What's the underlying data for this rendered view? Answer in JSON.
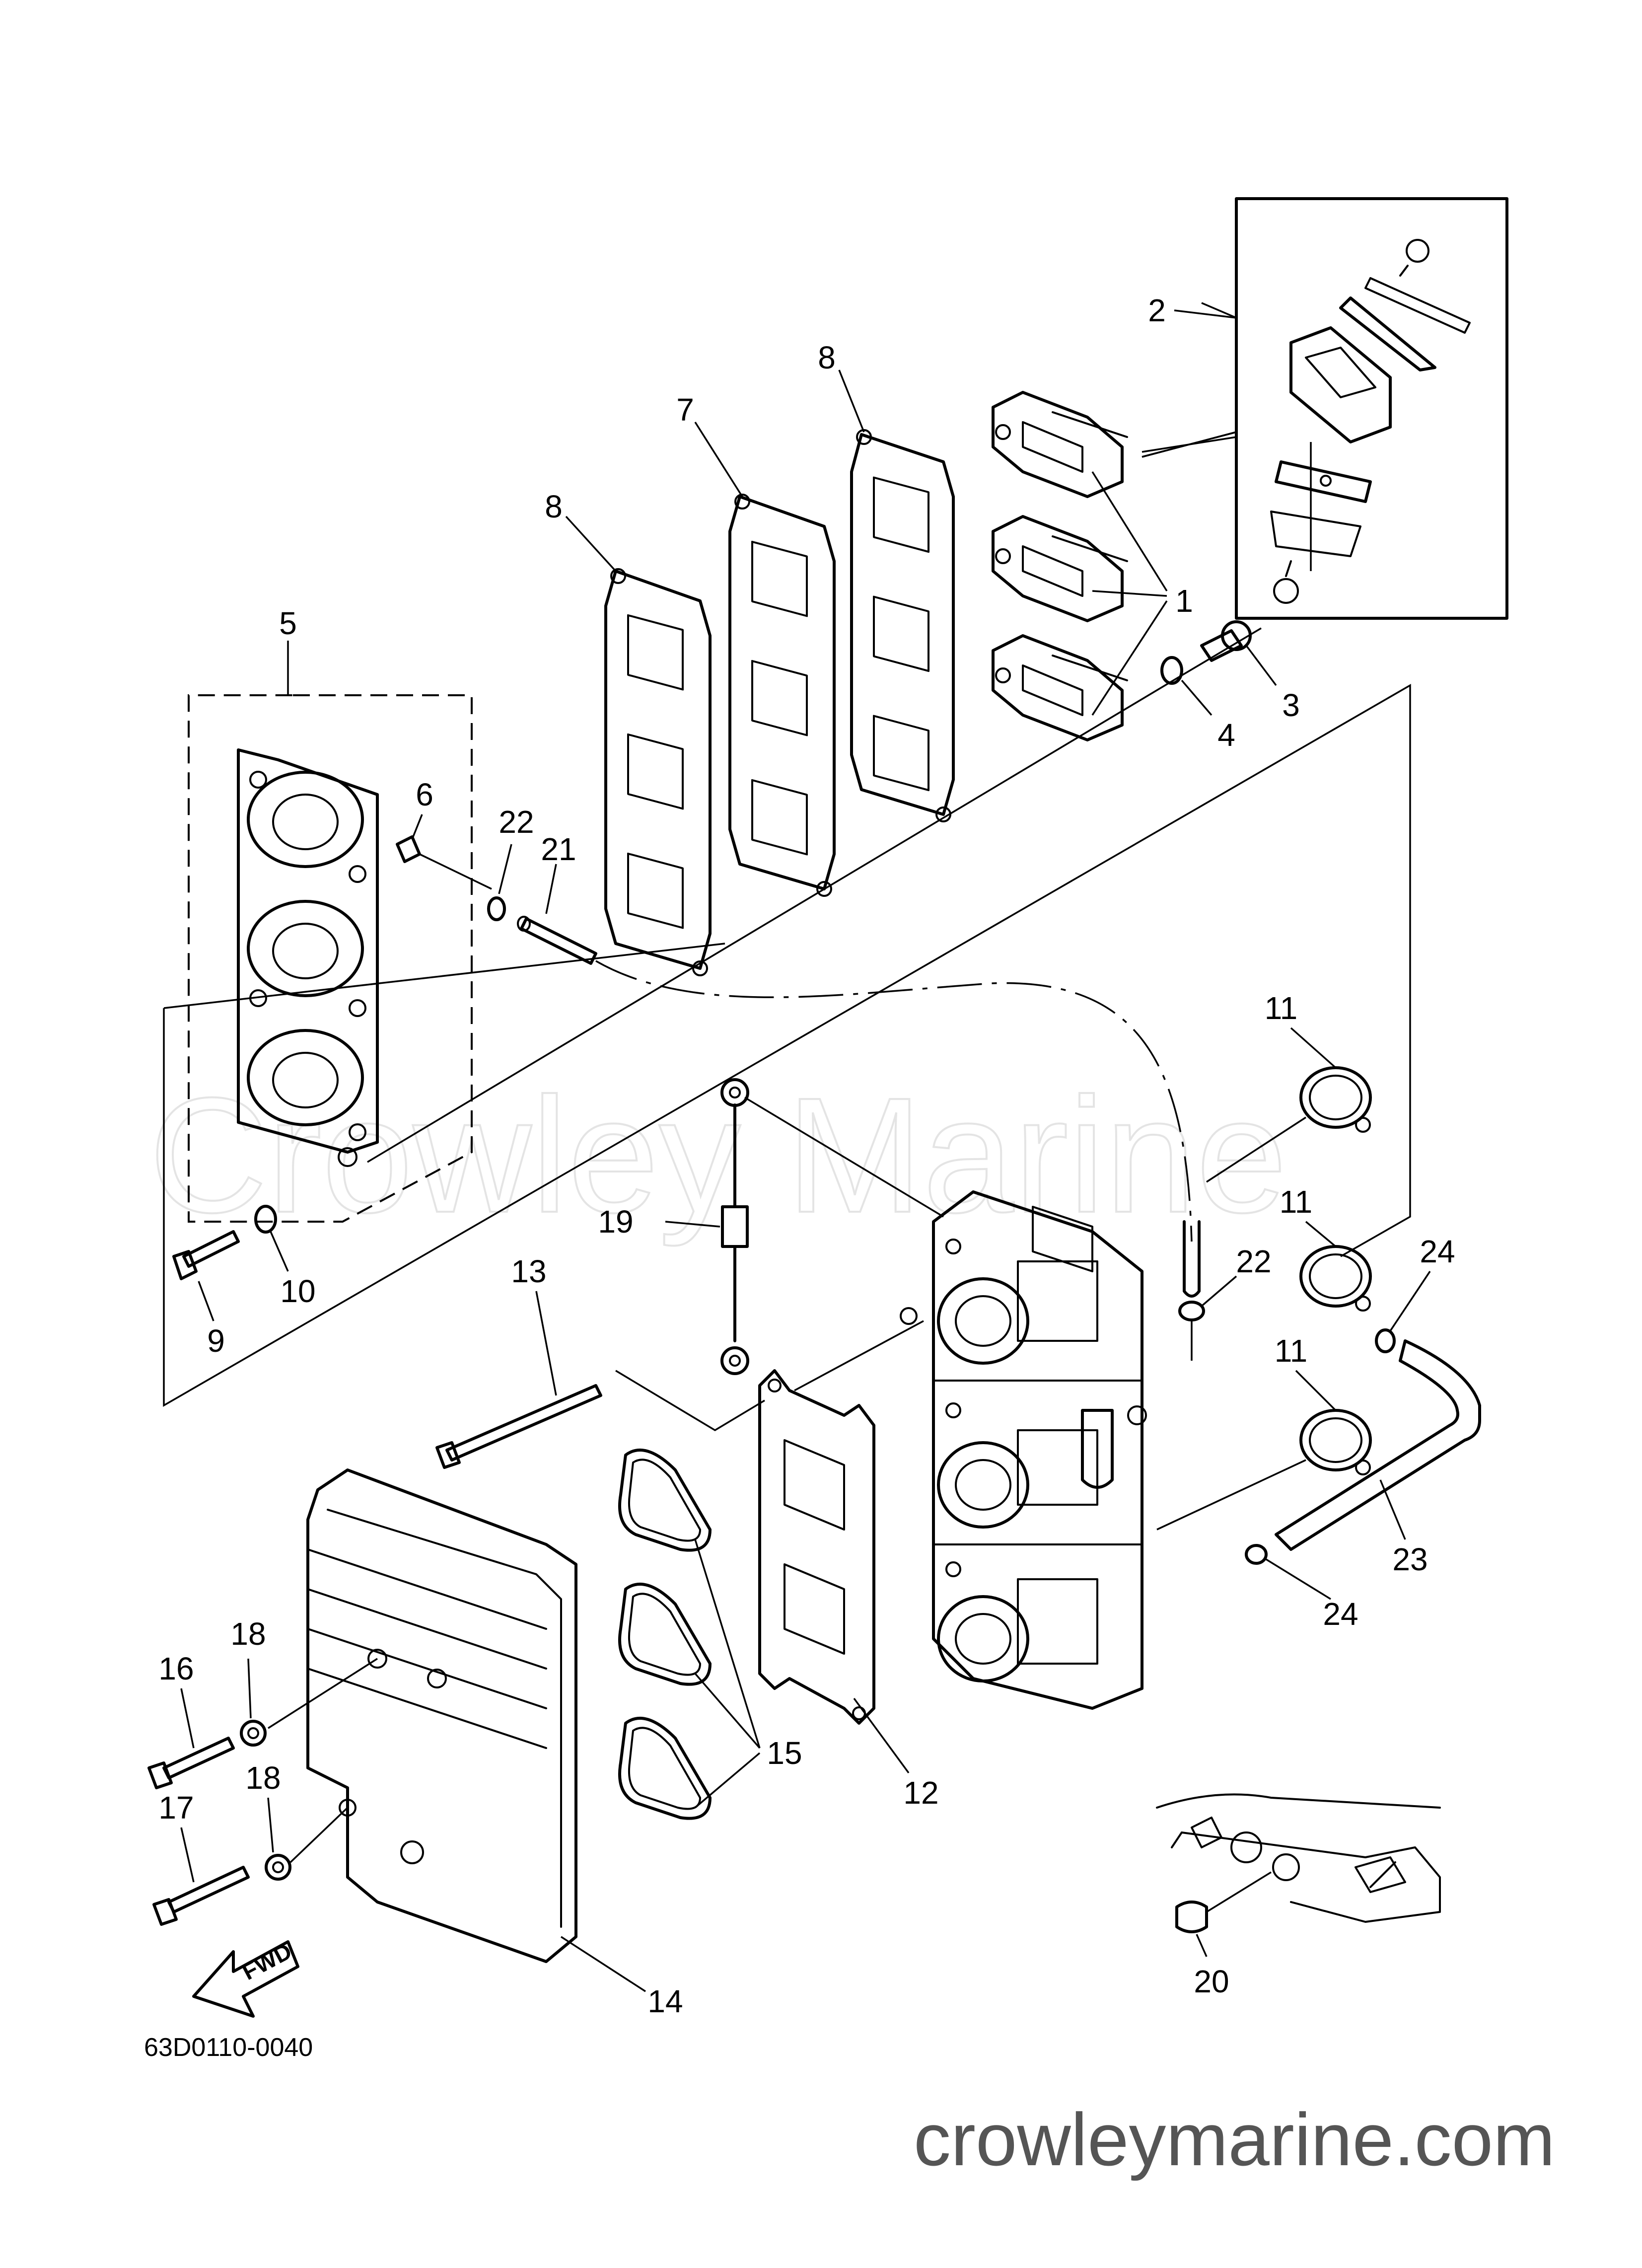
{
  "watermark": "Crowley Marine",
  "diagram_code": "63D0110-0040",
  "site_url": "crowleymarine.com",
  "fwd_label": "FWD",
  "callouts": {
    "c1": "1",
    "c2": "2",
    "c3": "3",
    "c4": "4",
    "c5": "5",
    "c6": "6",
    "c7": "7",
    "c8a": "8",
    "c8b": "8",
    "c9": "9",
    "c10": "10",
    "c11a": "11",
    "c11b": "11",
    "c11c": "11",
    "c12": "12",
    "c13": "13",
    "c14": "14",
    "c15": "15",
    "c16": "16",
    "c17": "17",
    "c18a": "18",
    "c18b": "18",
    "c19": "19",
    "c20": "20",
    "c21": "21",
    "c22a": "22",
    "c22b": "22",
    "c23": "23",
    "c24a": "24",
    "c24b": "24"
  }
}
